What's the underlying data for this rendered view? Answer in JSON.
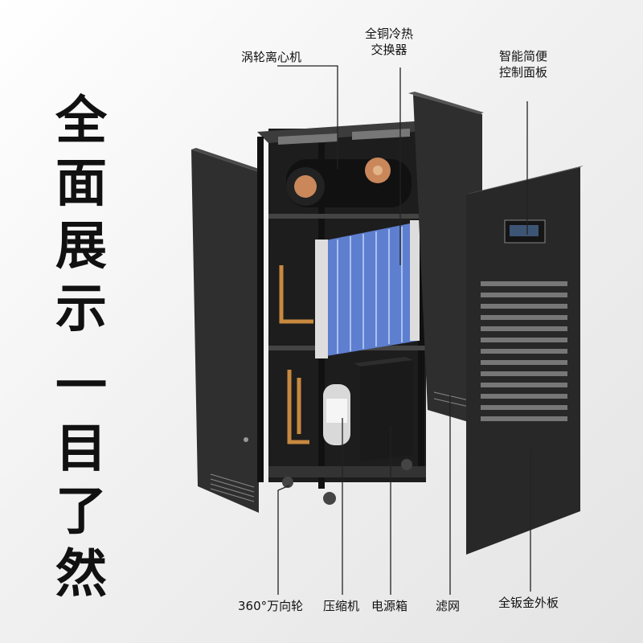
{
  "headline": {
    "line1": [
      "全",
      "面",
      "展",
      "示"
    ],
    "line2": [
      "一",
      "目",
      "了",
      "然"
    ]
  },
  "callouts": {
    "turbo_fan": "涡轮离心机",
    "copper_exchanger_1": "全铜冷热",
    "copper_exchanger_2": "交换器",
    "control_panel_1": "智能简便",
    "control_panel_2": "控制面板",
    "wheel": "360°万向轮",
    "compressor": "压缩机",
    "power_box": "电源箱",
    "filter": "滤网",
    "sheet_metal": "全钣金外板"
  },
  "colors": {
    "cabinet": "#2b2b2b",
    "fin": "#6f8fd6",
    "copper": "#c8893f",
    "background": "#efefef"
  }
}
